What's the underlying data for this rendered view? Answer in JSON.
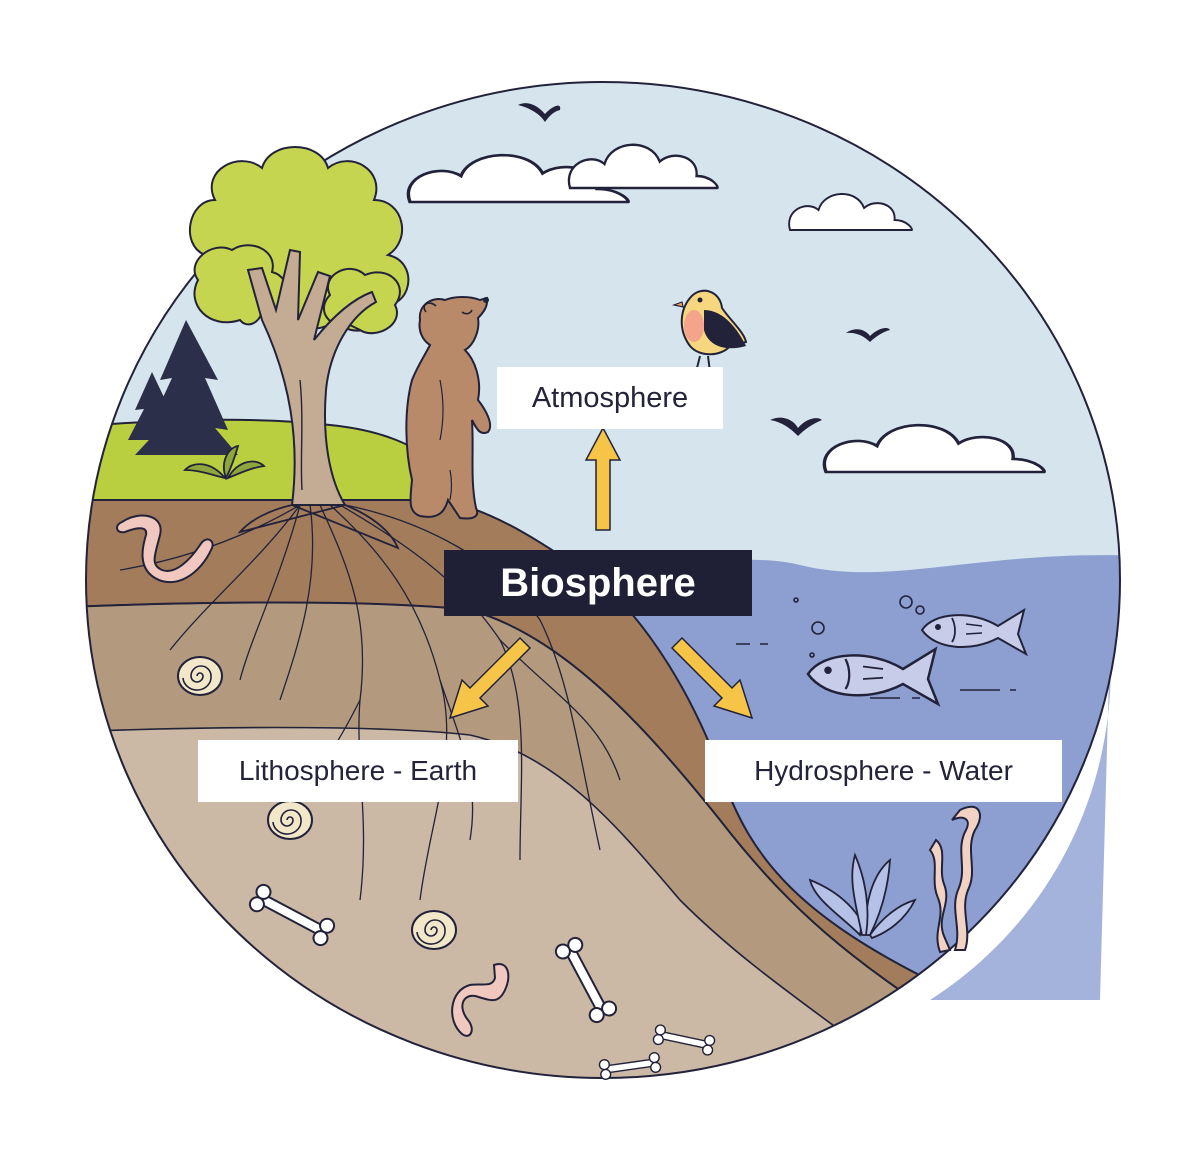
{
  "labels": {
    "atmosphere": "Atmosphere",
    "biosphere": "Biosphere",
    "lithosphere": "Lithosphere - Earth",
    "hydrosphere": "Hydrosphere - Water"
  },
  "colors": {
    "sky": "#d6e5ed",
    "water": "#8c9fd0",
    "grass": "#b9cf3f",
    "topsoil": "#a37c5b",
    "midsoil": "#b39a7f",
    "deepsoil": "#cbb8a5",
    "outline": "#22223a",
    "arrow": "#f6c548",
    "tree_leaves": "#c6d550",
    "tree_trunk": "#c4ab93",
    "bear": "#b88a69",
    "pine": "#2b2f4a",
    "bone": "#ffffff",
    "biosphere_box": "#1f1f35"
  }
}
